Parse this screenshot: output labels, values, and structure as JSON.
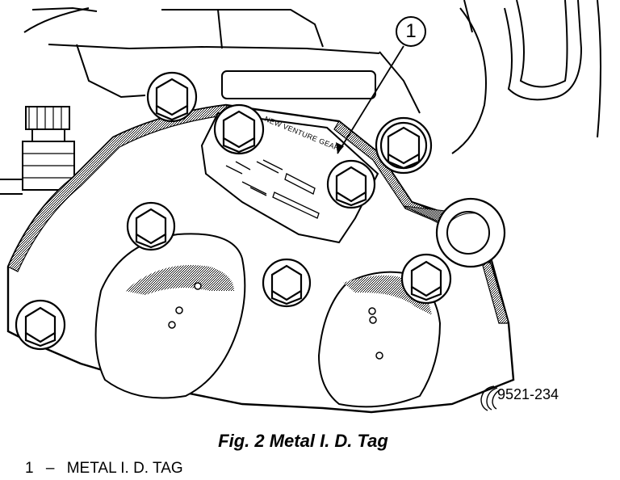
{
  "figure": {
    "callout_number": "1",
    "tag_text": "NEW VENTURE GEAR",
    "figure_id": "9521-234",
    "caption": "Fig. 2 Metal I. D. Tag",
    "legend": [
      {
        "number": "1",
        "separator": "–",
        "label": "METAL I. D. TAG"
      }
    ]
  },
  "colors": {
    "line": "#000000",
    "background": "#ffffff",
    "shade": "#8a8a8a"
  }
}
